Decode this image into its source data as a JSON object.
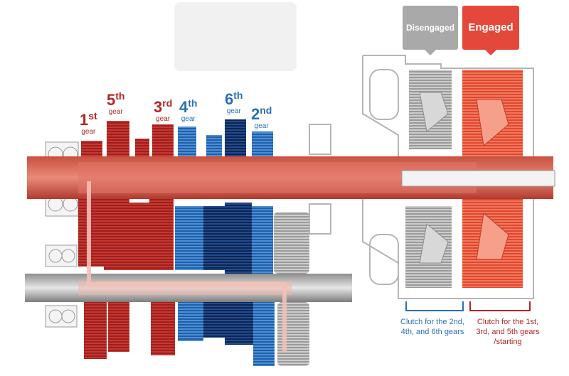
{
  "gear_labels": {
    "first": {
      "num": "1",
      "suffix": "st",
      "word": "gear"
    },
    "fifth": {
      "num": "5",
      "suffix": "th",
      "word": "gear"
    },
    "third": {
      "num": "3",
      "suffix": "rd",
      "word": "gear"
    },
    "fourth": {
      "num": "4",
      "suffix": "th",
      "word": "gear"
    },
    "sixth": {
      "num": "6",
      "suffix": "th",
      "word": "gear"
    },
    "second": {
      "num": "2",
      "suffix": "nd",
      "word": "gear"
    }
  },
  "clutch_states": {
    "disengaged": "Disengaged",
    "engaged": "Engaged"
  },
  "captions": {
    "even_clutch": "Clutch for the 2nd, 4th, and 6th gears",
    "odd_clutch": "Clutch for the 1st, 3rd, and 5th gears /starting"
  },
  "colors": {
    "odd_gears": "#b52525",
    "odd_gears_light": "#e05a4a",
    "even_gears": "#2a6fb8",
    "even_gears_dark": "#0f2e63",
    "disengaged": "#a9a9a9",
    "engaged": "#e4483a",
    "shaft_gray": "#b9b9b9"
  }
}
